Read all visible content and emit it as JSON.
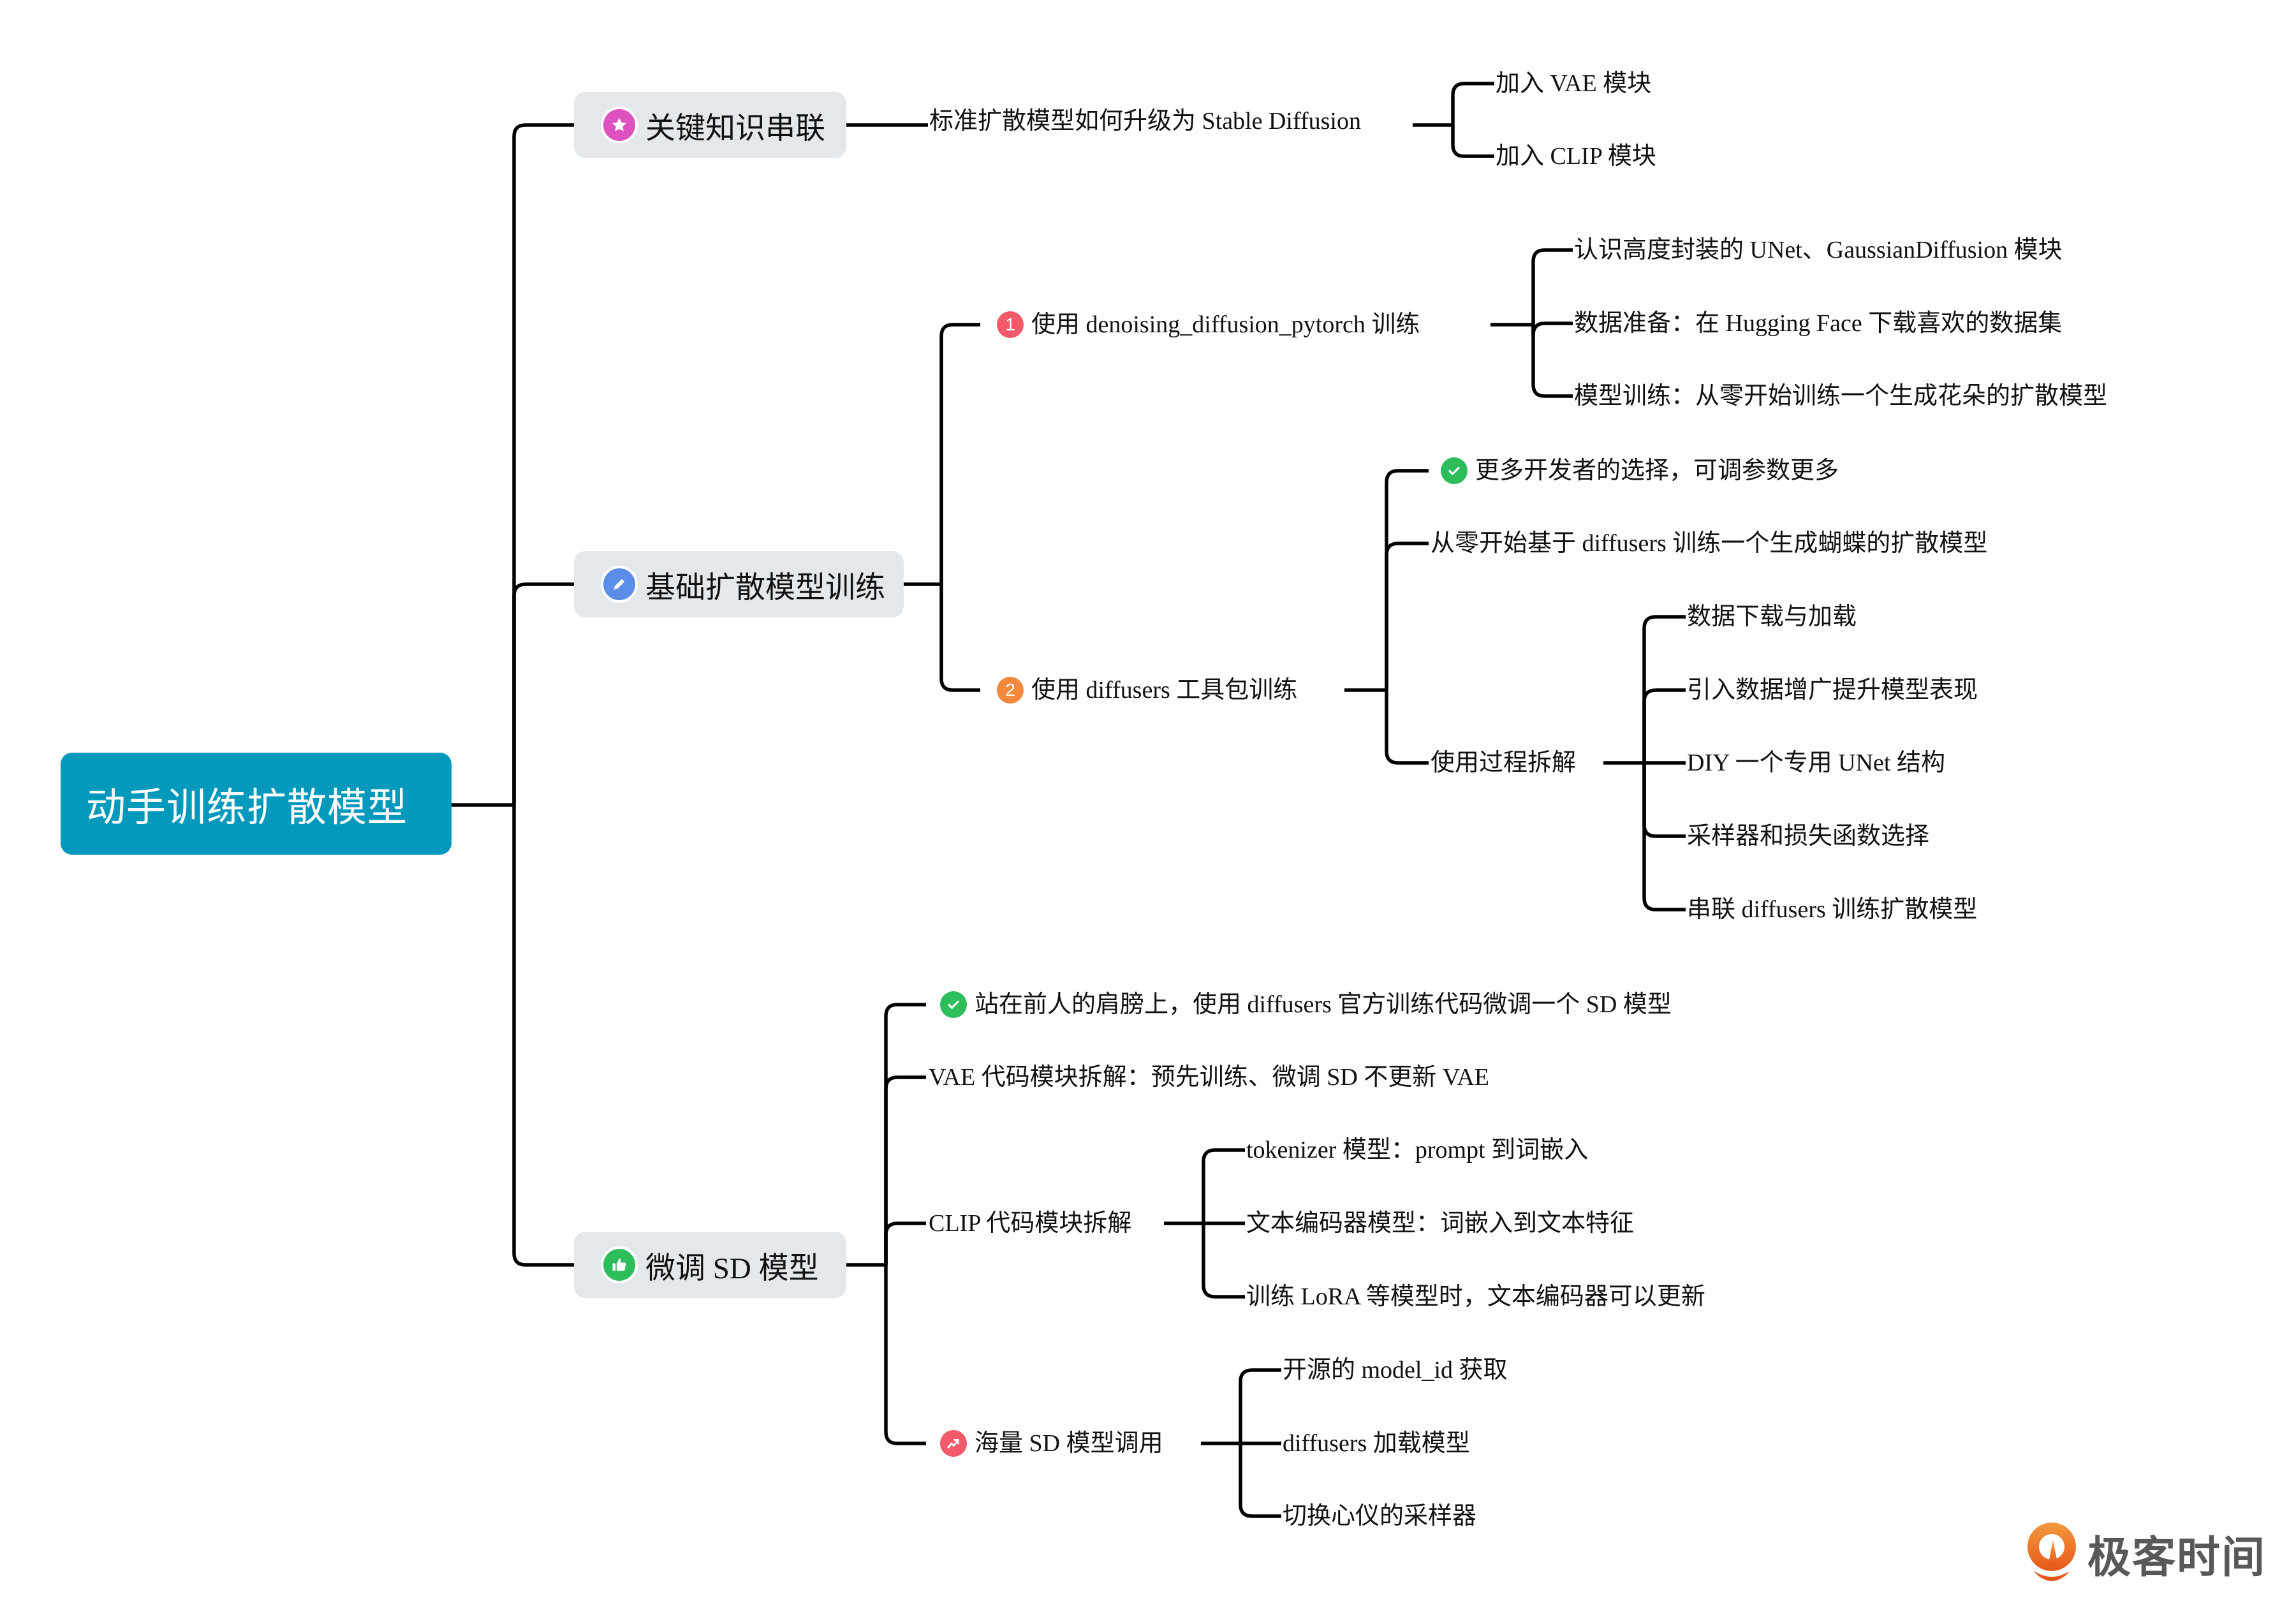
{
  "root": {
    "label": "动手训练扩散模型",
    "color": "#0399bc"
  },
  "branches": [
    {
      "label": "关键知识串联",
      "icon": "star-icon",
      "icon_color": "#dd51c0",
      "children": [
        {
          "label": "标准扩散模型如何升级为 Stable Diffusion",
          "children": [
            {
              "label": "加入 VAE 模块"
            },
            {
              "label": "加入 CLIP 模块"
            }
          ]
        }
      ]
    },
    {
      "label": "基础扩散模型训练",
      "icon": "pencil-icon",
      "icon_color": "#5b8de8",
      "children": [
        {
          "label": "使用 denoising_diffusion_pytorch 训练",
          "badge": "1",
          "badge_color": "#f25a6b",
          "children": [
            {
              "label": "认识高度封装的 UNet、GaussianDiffusion 模块"
            },
            {
              "label": "数据准备：在 Hugging Face 下载喜欢的数据集"
            },
            {
              "label": "模型训练：从零开始训练一个生成花朵的扩散模型"
            }
          ]
        },
        {
          "label": "使用 diffusers 工具包训练",
          "badge": "2",
          "badge_color": "#f4883c",
          "children": [
            {
              "label": "更多开发者的选择，可调参数更多",
              "icon": "check-icon",
              "icon_color": "#2dbd5b"
            },
            {
              "label": "从零开始基于 diffusers 训练一个生成蝴蝶的扩散模型"
            },
            {
              "label": "使用过程拆解",
              "children": [
                {
                  "label": "数据下载与加载"
                },
                {
                  "label": "引入数据增广提升模型表现"
                },
                {
                  "label": "DIY 一个专用 UNet 结构"
                },
                {
                  "label": "采样器和损失函数选择"
                },
                {
                  "label": "串联 diffusers 训练扩散模型"
                }
              ]
            }
          ]
        }
      ]
    },
    {
      "label": "微调 SD 模型",
      "icon": "thumbs-up-icon",
      "icon_color": "#2dbd5b",
      "children": [
        {
          "label": "站在前人的肩膀上，使用 diffusers 官方训练代码微调一个 SD 模型",
          "icon": "check-icon",
          "icon_color": "#2dbd5b"
        },
        {
          "label": "VAE 代码模块拆解：预先训练、微调 SD 不更新 VAE"
        },
        {
          "label": "CLIP 代码模块拆解",
          "children": [
            {
              "label": "tokenizer 模型：prompt 到词嵌入"
            },
            {
              "label": "文本编码器模型：词嵌入到文本特征"
            },
            {
              "label": "训练 LoRA 等模型时，文本编码器可以更新"
            }
          ]
        },
        {
          "label": "海量 SD 模型调用",
          "icon": "trend-up-icon",
          "icon_color": "#f25a6b",
          "children": [
            {
              "label": "开源的 model_id 获取"
            },
            {
              "label": "diffusers 加载模型"
            },
            {
              "label": "切换心仪的采样器"
            }
          ]
        }
      ]
    }
  ],
  "logo": {
    "text": "极客时间",
    "icon": "geektime-logo-icon",
    "color": "#ee7027"
  }
}
